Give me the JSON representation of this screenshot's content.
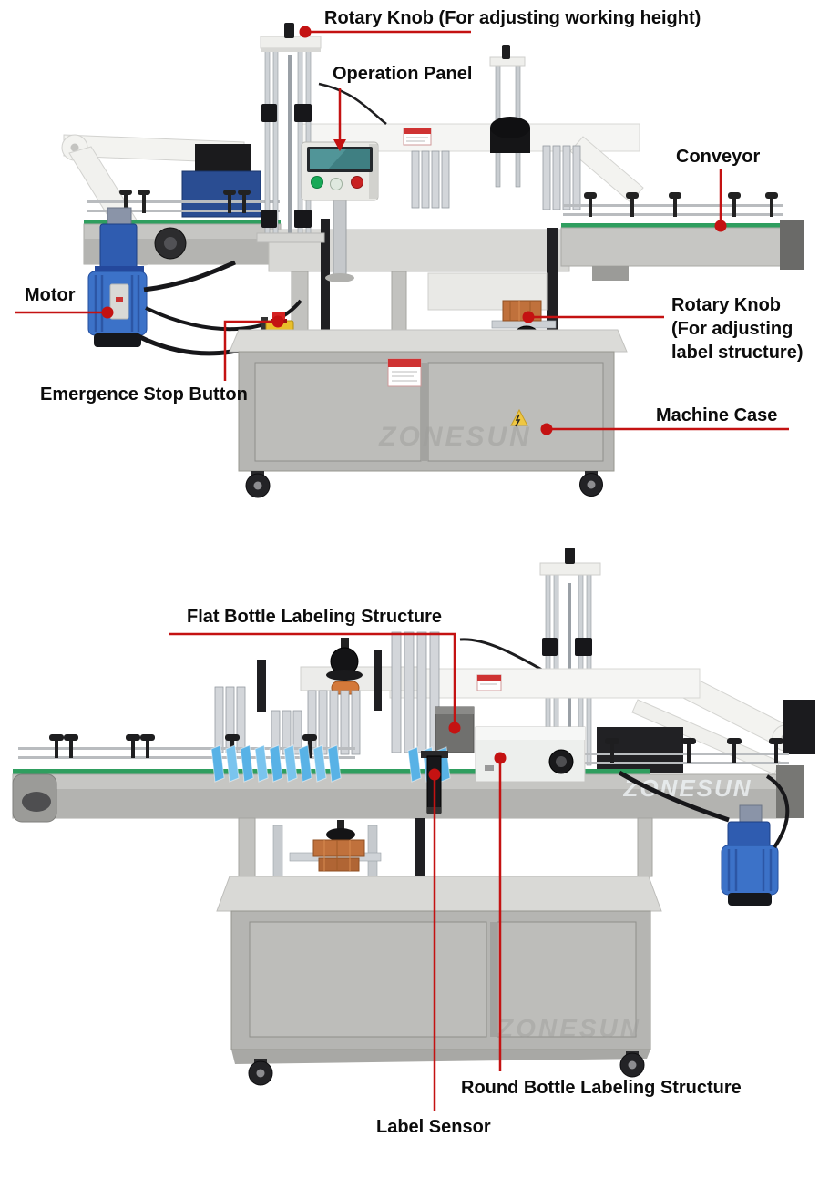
{
  "watermark_text": "ZONESUN",
  "colors": {
    "accent_red": "#c41212",
    "machine_grey": "#b6b6b3",
    "motor_blue": "#3c72c8",
    "label_stock_blue": "#58b2e6",
    "conveyor_belt_green": "#2f9e5f"
  },
  "callouts": {
    "rotary_knob_height": {
      "label": "Rotary Knob (For adjusting working height)"
    },
    "operation_panel": {
      "label": "Operation Panel"
    },
    "conveyor": {
      "label": "Conveyor"
    },
    "motor": {
      "label": "Motor"
    },
    "rotary_knob_label_structure": {
      "label": "Rotary Knob\n(For adjusting\nlabel structure)"
    },
    "emergency_stop": {
      "label": "Emergence Stop Button"
    },
    "machine_case": {
      "label": "Machine Case"
    },
    "flat_bottle": {
      "label": "Flat Bottle Labeling Structure"
    },
    "round_bottle": {
      "label": "Round Bottle Labeling Structure"
    },
    "label_sensor": {
      "label": "Label Sensor"
    }
  }
}
